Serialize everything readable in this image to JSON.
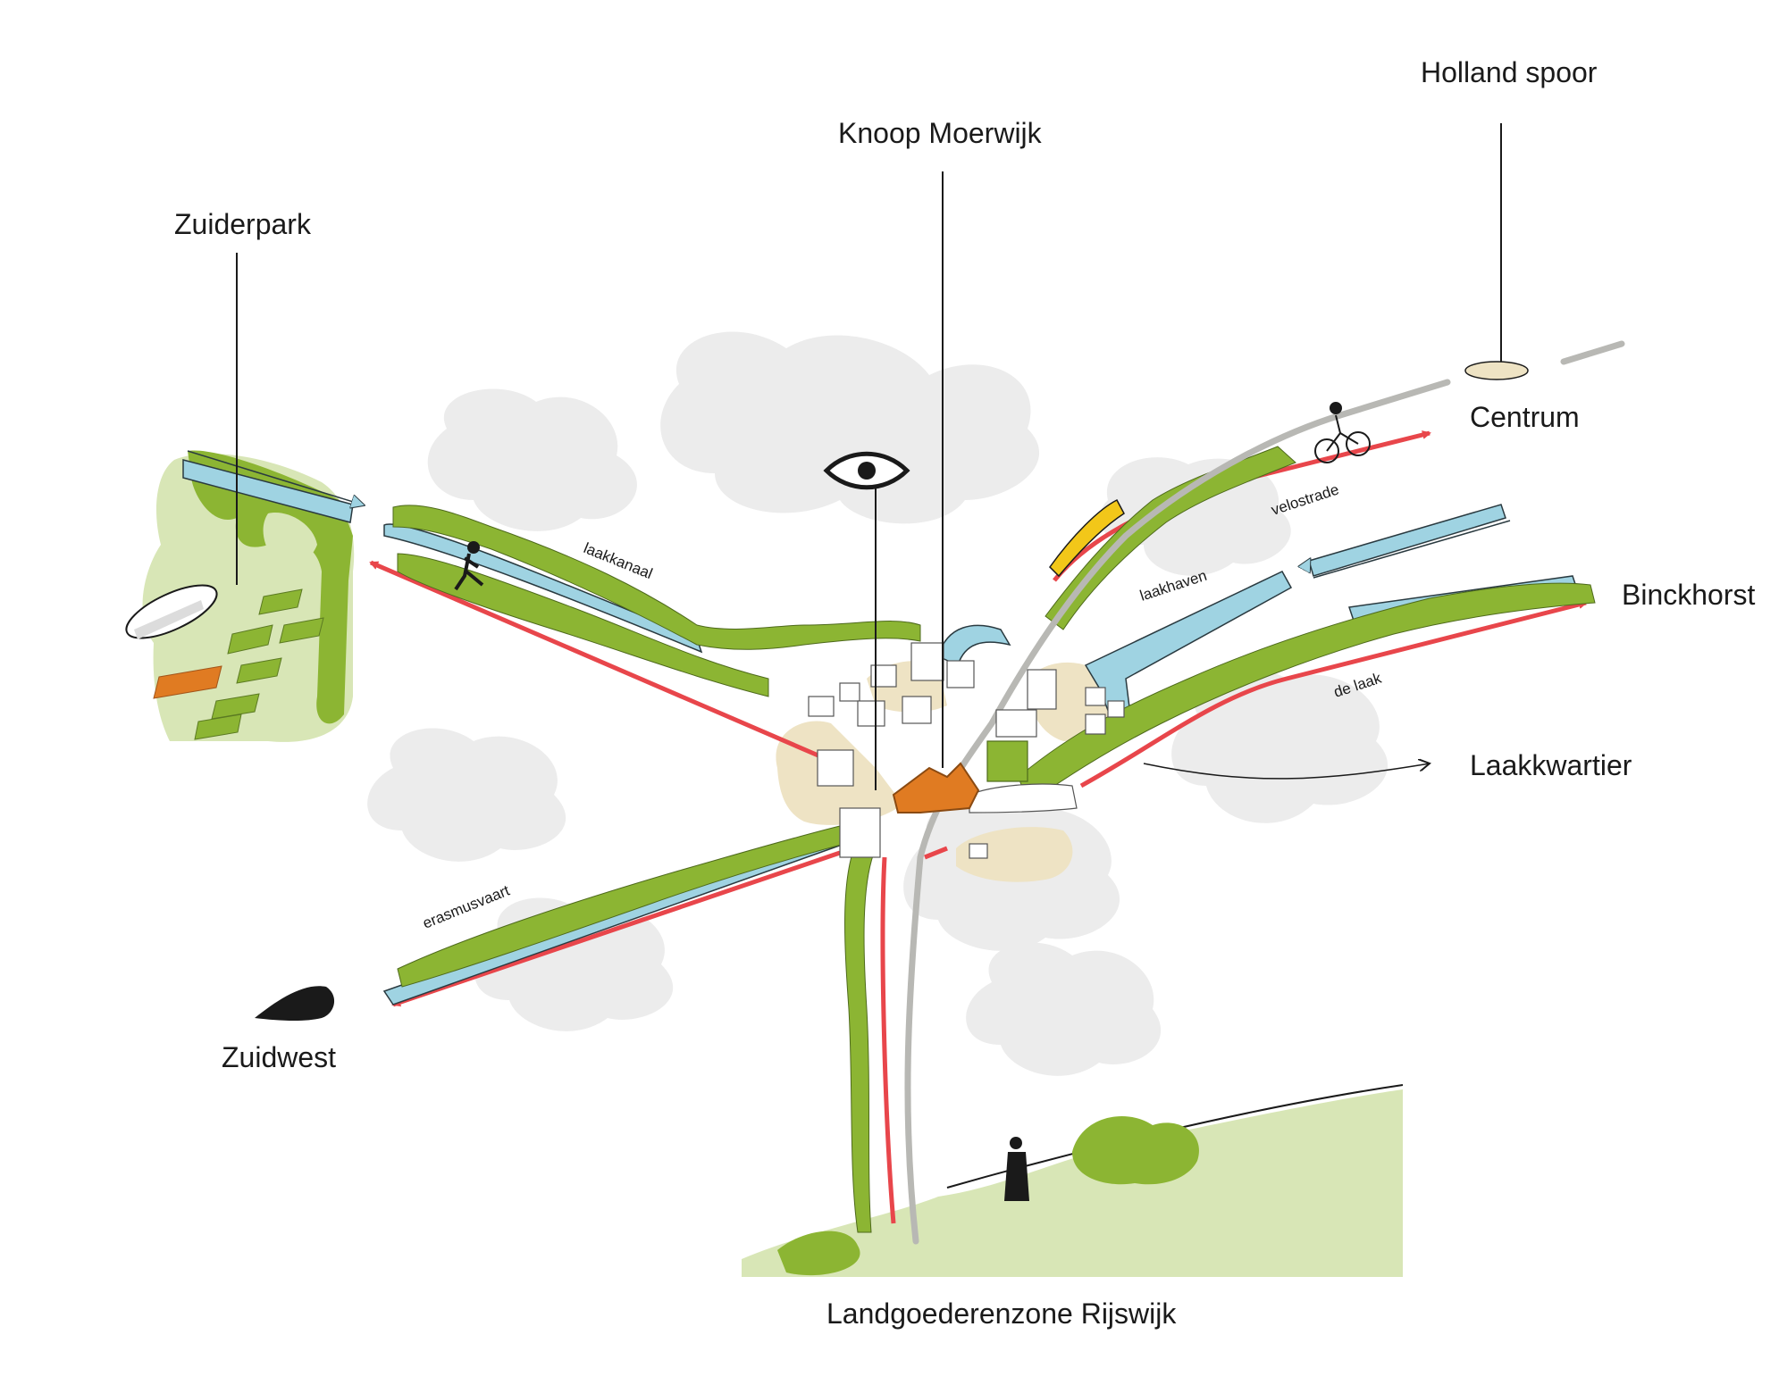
{
  "labels": {
    "holland_spoor": "Holland spoor",
    "knoop_moerwijk": "Knoop Moerwijk",
    "zuiderpark": "Zuiderpark",
    "centrum": "Centrum",
    "binckhorst": "Binckhorst",
    "laakkwartier": "Laakkwartier",
    "zuidwest": "Zuidwest",
    "landgoederenzone": "Landgoederenzone Rijswijk"
  },
  "route_labels": {
    "laakkanaal": "laakkanaal",
    "velostrade": "velostrade",
    "laakhaven": "laakhaven",
    "de_laak": "de laak",
    "erasmusvaart": "erasmusvaart"
  },
  "colors": {
    "green": "#8cb533",
    "light_green": "#d8e6b6",
    "water": "#9fd3e2",
    "red": "#e8464b",
    "rail": "#b8b8b4",
    "orange": "#e07b22",
    "sand": "#eee3c4",
    "cloud": "#ececec"
  },
  "icons": [
    "eye-icon",
    "cyclist-icon",
    "runner-icon",
    "swimmer-icon",
    "pedestrian-icon"
  ]
}
